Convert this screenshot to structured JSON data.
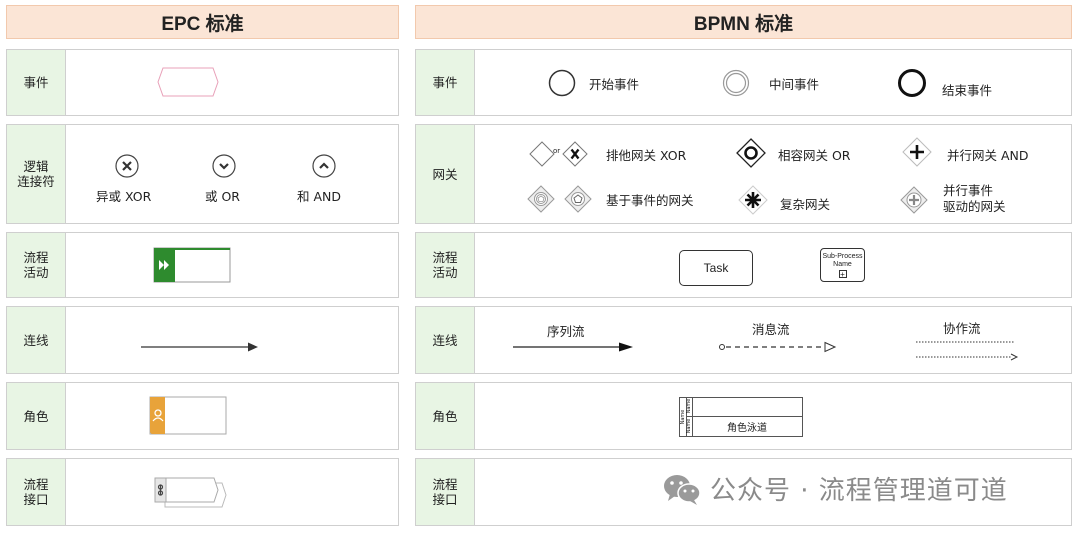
{
  "headers": {
    "epc": "EPC 标准",
    "bpmn": "BPMN 标准"
  },
  "epc": {
    "event_label": "事件",
    "connector_label": "逻辑\n连接符",
    "connectors": {
      "xor": "异或 XOR",
      "or": "或 OR",
      "and": "和 AND"
    },
    "function_label": "流程\n活动",
    "line_label": "连线",
    "role_label": "角色",
    "interface_label": "流程\n接口"
  },
  "bpmn": {
    "event_label": "事件",
    "events": {
      "start": "开始事件",
      "intermediate": "中间事件",
      "end": "结束事件"
    },
    "gateway_label": "网关",
    "gateways": {
      "or_small": "or",
      "exclusive": "排他网关 XOR",
      "inclusive": "相容网关 OR",
      "parallel": "并行网关 AND",
      "event_based": "基于事件的网关",
      "complex": "复杂网关",
      "parallel_event": "并行事件\n驱动的网关"
    },
    "activity_label": "流程\n活动",
    "task": "Task",
    "subprocess": "Sub-Process\nName",
    "subprocess_plus": "+",
    "line_label": "连线",
    "flows": {
      "sequence": "序列流",
      "message": "消息流",
      "association": "协作流"
    },
    "role_label": "角色",
    "pool_name": "Name",
    "lane_name": "Name",
    "lane_text": "角色泳道",
    "interface_label": "流程\n接口"
  },
  "watermark": {
    "text": "公众号 · 流程管理道可道"
  },
  "colors": {
    "header_bg": "#fbe5d6",
    "label_bg": "#e8f5e4",
    "function_green": "#2e8b2e",
    "role_orange": "#e8a33a",
    "event_pink": "#e8a0b8"
  }
}
